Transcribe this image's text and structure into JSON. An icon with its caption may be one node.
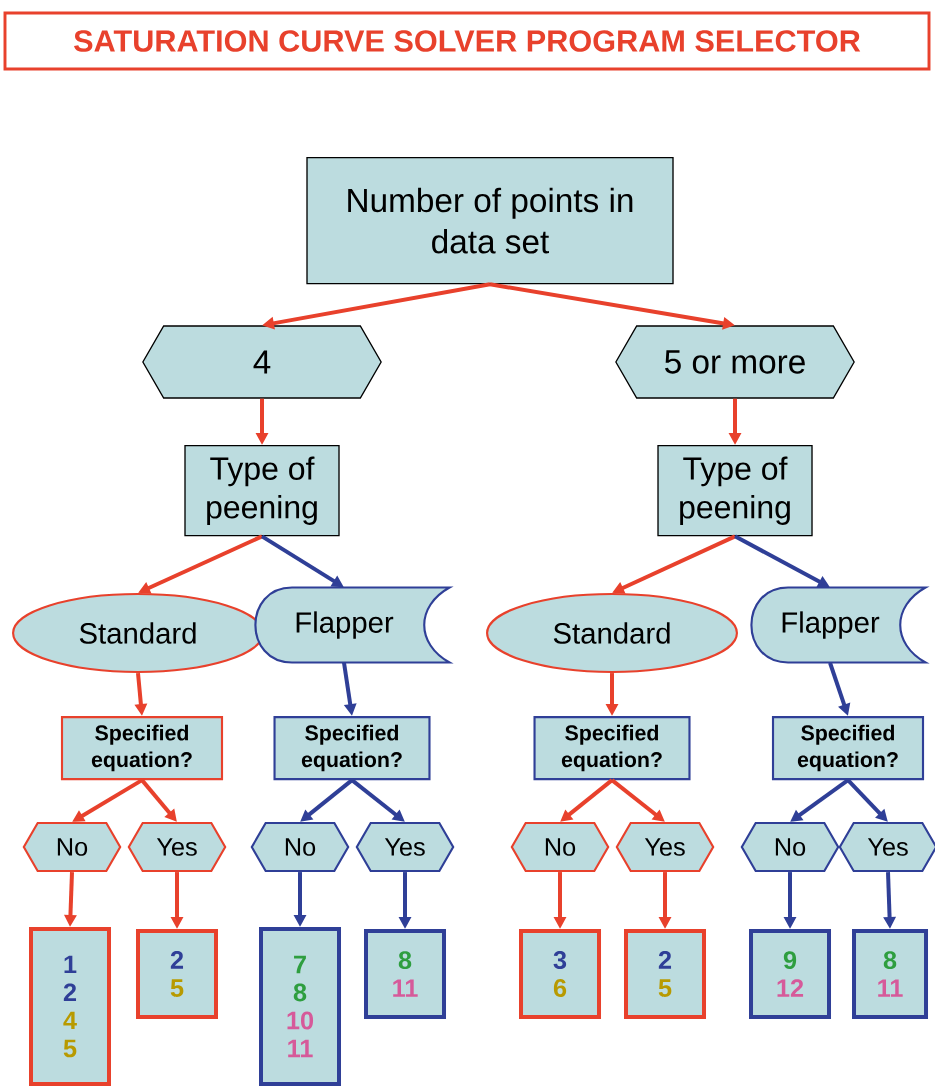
{
  "diagram": {
    "title": "SATURATION CURVE SOLVER PROGRAM SELECTOR",
    "nodes": [
      {
        "text": [
          "Number of points in data set"
        ]
      },
      {
        "text": [
          "4"
        ]
      },
      {
        "text": [
          "5 or more"
        ]
      },
      {
        "text": [
          "Type of peening"
        ]
      },
      {
        "text": [
          "Type of peening"
        ]
      },
      {
        "text": [
          "Standard"
        ]
      },
      {
        "text": [
          "Flapper"
        ]
      },
      {
        "text": [
          "Standard"
        ]
      },
      {
        "text": [
          "Flapper"
        ]
      },
      {
        "text": [
          "Specified equation?"
        ]
      },
      {
        "text": [
          "Specified equation?"
        ]
      },
      {
        "text": [
          "Specified equation?"
        ]
      },
      {
        "text": [
          "Specified equation?"
        ]
      },
      {
        "text": [
          "No"
        ]
      },
      {
        "text": [
          "Yes"
        ]
      },
      {
        "text": [
          "No"
        ]
      },
      {
        "text": [
          "Yes"
        ]
      },
      {
        "text": [
          "No"
        ]
      },
      {
        "text": [
          "Yes"
        ]
      },
      {
        "text": [
          "No"
        ]
      },
      {
        "text": [
          "Yes"
        ]
      },
      {
        "text": [
          "1",
          "2",
          "4",
          "5"
        ]
      },
      {
        "text": [
          "2",
          "5"
        ]
      },
      {
        "text": [
          "7",
          "8",
          "10",
          "11"
        ]
      },
      {
        "text": [
          "8",
          "11"
        ]
      },
      {
        "text": [
          "3",
          "6"
        ]
      },
      {
        "text": [
          "2",
          "5"
        ]
      },
      {
        "text": [
          "9",
          "12"
        ]
      },
      {
        "text": [
          "8",
          "11"
        ]
      }
    ],
    "edges": [
      {
        "from": 0,
        "to": 1,
        "arrow": "to"
      },
      {
        "from": 0,
        "to": 2,
        "arrow": "to"
      },
      {
        "from": 1,
        "to": 3,
        "arrow": "to"
      },
      {
        "from": 2,
        "to": 4,
        "arrow": "to"
      },
      {
        "from": 3,
        "to": 5,
        "arrow": "to"
      },
      {
        "from": 3,
        "to": 6,
        "arrow": "to",
        "color": "#2f3f97"
      },
      {
        "from": 4,
        "to": 7,
        "arrow": "to"
      },
      {
        "from": 4,
        "to": 8,
        "arrow": "to",
        "color": "#2f3f97"
      },
      {
        "from": 5,
        "to": 9,
        "arrow": "to"
      },
      {
        "from": 6,
        "to": 10,
        "arrow": "to",
        "color": "#2f3f97"
      },
      {
        "from": 7,
        "to": 11,
        "arrow": "to"
      },
      {
        "from": 8,
        "to": 12,
        "arrow": "to",
        "color": "#2f3f97"
      },
      {
        "from": 9,
        "to": 13,
        "arrow": "to"
      },
      {
        "from": 9,
        "to": 14,
        "arrow": "to"
      },
      {
        "from": 10,
        "to": 15,
        "arrow": "to",
        "color": "#2f3f97"
      },
      {
        "from": 10,
        "to": 16,
        "arrow": "to",
        "color": "#2f3f97"
      },
      {
        "from": 11,
        "to": 17,
        "arrow": "to"
      },
      {
        "from": 11,
        "to": 18,
        "arrow": "to"
      },
      {
        "from": 12,
        "to": 19,
        "arrow": "to",
        "color": "#2f3f97"
      },
      {
        "from": 12,
        "to": 20,
        "arrow": "to",
        "color": "#2f3f97"
      },
      {
        "from": 13,
        "to": 21,
        "arrow": "to"
      },
      {
        "from": 14,
        "to": 22,
        "arrow": "to"
      },
      {
        "from": 15,
        "to": 23,
        "arrow": "to",
        "color": "#2f3f97"
      },
      {
        "from": 16,
        "to": 24,
        "arrow": "to",
        "color": "#2f3f97"
      },
      {
        "from": 17,
        "to": 25,
        "arrow": "to"
      },
      {
        "from": 18,
        "to": 26,
        "arrow": "to"
      },
      {
        "from": 19,
        "to": 27,
        "arrow": "to",
        "color": "#2f3f97"
      },
      {
        "from": 20,
        "to": 28,
        "arrow": "to",
        "color": "#2f3f97"
      }
    ]
  }
}
